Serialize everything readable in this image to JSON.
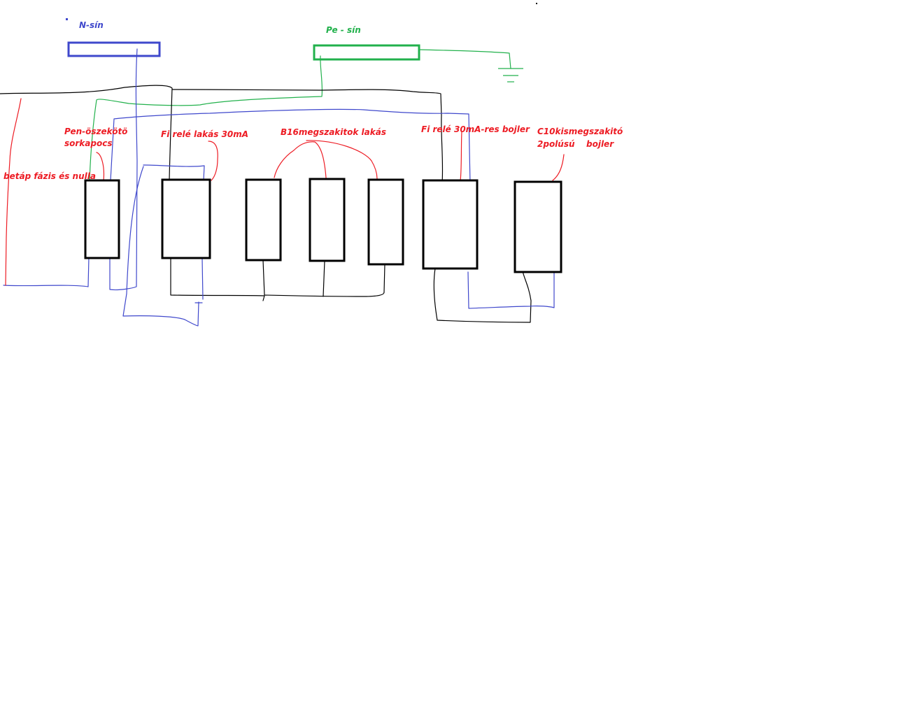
{
  "colors": {
    "phase": "#000000",
    "neutral": "#3f48cc",
    "protective_earth": "#22b14c",
    "label": "#ed1c24"
  },
  "labels": {
    "n_bus": "N-sín",
    "pe_bus": "Pe - sín",
    "pen_connector_line1": "Pen-öszekötö",
    "pen_connector_line2": "sorkapocs",
    "supply": "betáp fázis és nulla",
    "rcd_apartment": "Fi relé lakás 30mA",
    "breakers_apartment": "B16megszakitok lakás",
    "rcd_boiler": "Fi relé 30mA-res bojler",
    "c10_line1": "C10kismegszakitó",
    "c10_line2_part1": "2polúsú",
    "c10_line2_part2": "bojler"
  },
  "icons": {
    "ground": "ground-symbol-icon"
  }
}
